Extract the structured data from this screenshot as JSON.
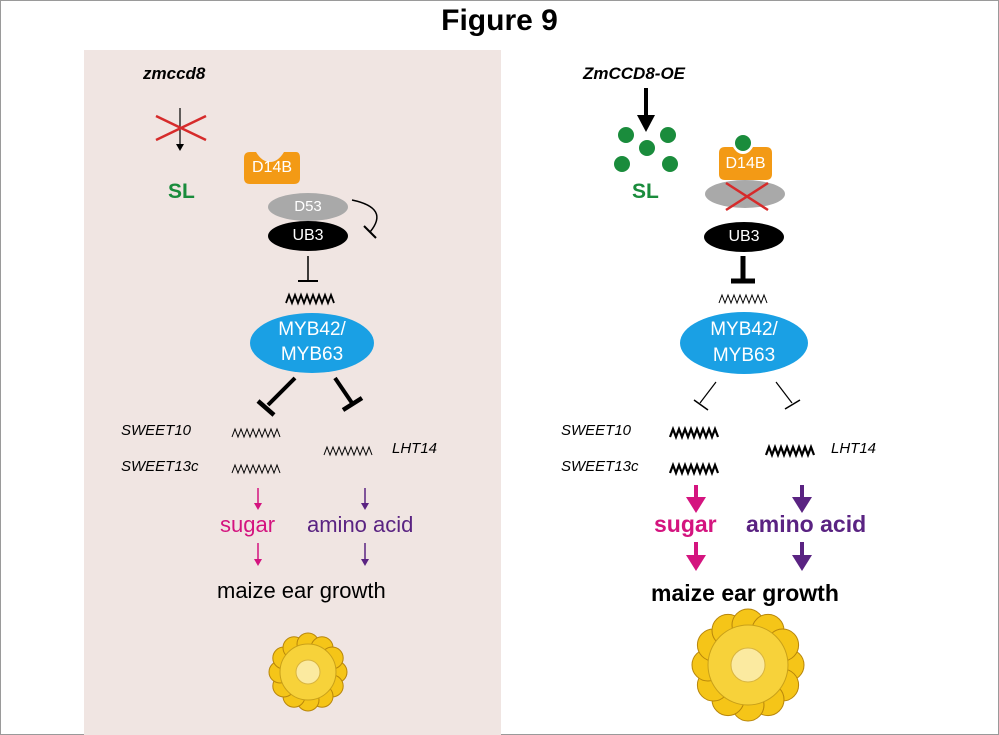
{
  "figure_title": "Figure 9",
  "colors": {
    "left_panel_bg": "#f0e5e2",
    "right_panel_bg": "#d9ebef",
    "sl_green": "#1a8c3c",
    "sugar_magenta": "#d4147f",
    "amino_purple": "#5a2382",
    "d14b_orange": "#f39a15",
    "d53_gray": "#a9a9a9",
    "myb_blue": "#1aa0e4",
    "cross_red": "#d62b2b"
  },
  "left": {
    "genotype": "zmccd8",
    "sl": "SL",
    "d14b": "D14B",
    "d53": "D53",
    "ub3": "UB3",
    "myb_line1": "MYB42/",
    "myb_line2": "MYB63",
    "gene1": "SWEET10",
    "gene2": "SWEET13c",
    "gene3": "LHT14",
    "sugar": "sugar",
    "amino": "amino acid",
    "outcome": "maize ear growth"
  },
  "right": {
    "genotype": "ZmCCD8-OE",
    "sl": "SL",
    "d14b": "D14B",
    "ub3": "UB3",
    "myb_line1": "MYB42/",
    "myb_line2": "MYB63",
    "gene1": "SWEET10",
    "gene2": "SWEET13c",
    "gene3": "LHT14",
    "sugar": "sugar",
    "amino": "amino acid",
    "outcome": "maize ear growth"
  }
}
